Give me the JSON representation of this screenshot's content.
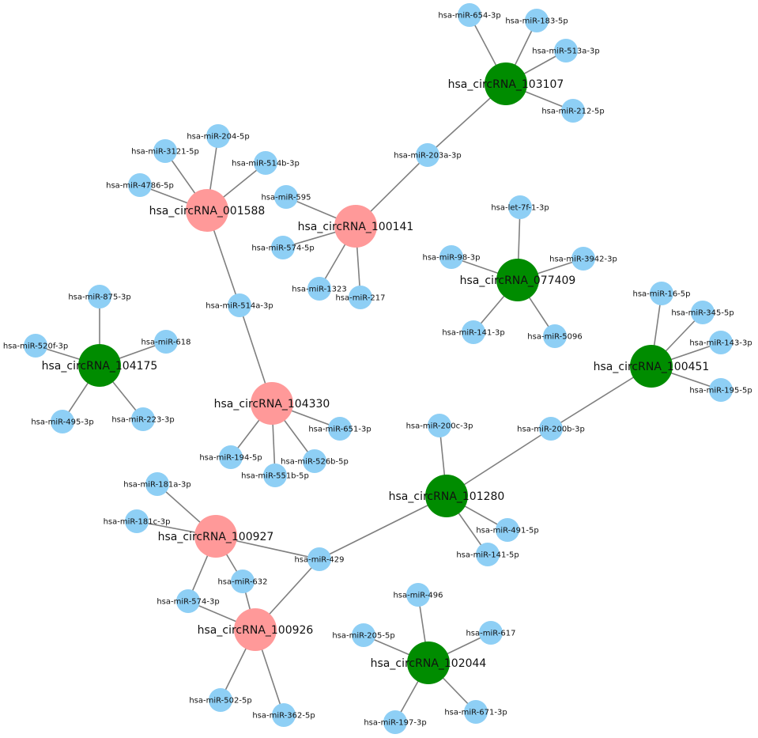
{
  "colors": {
    "circ_up": "#ff9999",
    "circ_down": "#008c00",
    "mirna": "#8ecff5",
    "edge": "#7f7f7f"
  },
  "circRNAs": [
    {
      "id": "c001588",
      "label": "hsa_circRNA_001588",
      "group": "up"
    },
    {
      "id": "c100141",
      "label": "hsa_circRNA_100141",
      "group": "up"
    },
    {
      "id": "c103107",
      "label": "hsa_circRNA_103107",
      "group": "down"
    },
    {
      "id": "c077409",
      "label": "hsa_circRNA_077409",
      "group": "down"
    },
    {
      "id": "c104175",
      "label": "hsa_circRNA_104175",
      "group": "down"
    },
    {
      "id": "c104330",
      "label": "hsa_circRNA_104330",
      "group": "up"
    },
    {
      "id": "c100451",
      "label": "hsa_circRNA_100451",
      "group": "down"
    },
    {
      "id": "c101280",
      "label": "hsa_circRNA_101280",
      "group": "down"
    },
    {
      "id": "c100927",
      "label": "hsa_circRNA_100927",
      "group": "up"
    },
    {
      "id": "c100926",
      "label": "hsa_circRNA_100926",
      "group": "up"
    },
    {
      "id": "c102044",
      "label": "hsa_circRNA_102044",
      "group": "down"
    }
  ],
  "miRNAs": [
    {
      "id": "m654",
      "label": "hsa-miR-654-3p"
    },
    {
      "id": "m183",
      "label": "hsa-miR-183-5p"
    },
    {
      "id": "m513a",
      "label": "hsa-miR-513a-3p"
    },
    {
      "id": "m212",
      "label": "hsa-miR-212-5p"
    },
    {
      "id": "m203a",
      "label": "hsa-miR-203a-3p"
    },
    {
      "id": "m204",
      "label": "hsa-miR-204-5p"
    },
    {
      "id": "m3121",
      "label": "hsa-miR-3121-5p"
    },
    {
      "id": "m514b",
      "label": "hsa-miR-514b-3p"
    },
    {
      "id": "m4786",
      "label": "hsa-miR-4786-5p"
    },
    {
      "id": "m595",
      "label": "hsa-miR-595"
    },
    {
      "id": "m574_5p",
      "label": "hsa-miR-574-5p"
    },
    {
      "id": "m1323",
      "label": "hsa-miR-1323"
    },
    {
      "id": "m217",
      "label": "hsa-miR-217"
    },
    {
      "id": "mlet7f",
      "label": "hsa-let-7f-1-3p"
    },
    {
      "id": "m98",
      "label": "hsa-miR-98-3p"
    },
    {
      "id": "m3942",
      "label": "hsa-miR-3942-3p"
    },
    {
      "id": "m141_3p",
      "label": "hsa-miR-141-3p"
    },
    {
      "id": "m5096",
      "label": "hsa-miR-5096"
    },
    {
      "id": "m514a",
      "label": "hsa-miR-514a-3p"
    },
    {
      "id": "m875",
      "label": "hsa-miR-875-3p"
    },
    {
      "id": "m520f",
      "label": "hsa-miR-520f-3p"
    },
    {
      "id": "m618",
      "label": "hsa-miR-618"
    },
    {
      "id": "m495",
      "label": "hsa-miR-495-3p"
    },
    {
      "id": "m223",
      "label": "hsa-miR-223-3p"
    },
    {
      "id": "m16",
      "label": "hsa-miR-16-5p"
    },
    {
      "id": "m345",
      "label": "hsa-miR-345-5p"
    },
    {
      "id": "m143",
      "label": "hsa-miR-143-3p"
    },
    {
      "id": "m195",
      "label": "hsa-miR-195-5p"
    },
    {
      "id": "m651",
      "label": "hsa-miR-651-3p"
    },
    {
      "id": "m194",
      "label": "hsa-miR-194-5p"
    },
    {
      "id": "m526b",
      "label": "hsa-miR-526b-5p"
    },
    {
      "id": "m551b",
      "label": "hsa-miR-551b-5p"
    },
    {
      "id": "m200c",
      "label": "hsa-miR-200c-3p"
    },
    {
      "id": "m200b",
      "label": "hsa-miR-200b-3p"
    },
    {
      "id": "m181a",
      "label": "hsa-miR-181a-3p"
    },
    {
      "id": "m181c",
      "label": "hsa-miR-181c-3p"
    },
    {
      "id": "m429",
      "label": "hsa-miR-429"
    },
    {
      "id": "m632",
      "label": "hsa-miR-632"
    },
    {
      "id": "m574_3p",
      "label": "hsa-miR-574-3p"
    },
    {
      "id": "m491",
      "label": "hsa-miR-491-5p"
    },
    {
      "id": "m141_5p",
      "label": "hsa-miR-141-5p"
    },
    {
      "id": "m496",
      "label": "hsa-miR-496"
    },
    {
      "id": "m205",
      "label": "hsa-miR-205-5p"
    },
    {
      "id": "m617",
      "label": "hsa-miR-617"
    },
    {
      "id": "m502",
      "label": "hsa-miR-502-5p"
    },
    {
      "id": "m362",
      "label": "hsa-miR-362-5p"
    },
    {
      "id": "m197",
      "label": "hsa-miR-197-3p"
    },
    {
      "id": "m671",
      "label": "hsa-miR-671-3p"
    }
  ],
  "edges": [
    [
      "c103107",
      "m654"
    ],
    [
      "c103107",
      "m183"
    ],
    [
      "c103107",
      "m513a"
    ],
    [
      "c103107",
      "m212"
    ],
    [
      "c103107",
      "m203a"
    ],
    [
      "c100141",
      "m203a"
    ],
    [
      "c100141",
      "m595"
    ],
    [
      "c100141",
      "m574_5p"
    ],
    [
      "c100141",
      "m1323"
    ],
    [
      "c100141",
      "m217"
    ],
    [
      "c001588",
      "m204"
    ],
    [
      "c001588",
      "m3121"
    ],
    [
      "c001588",
      "m514b"
    ],
    [
      "c001588",
      "m4786"
    ],
    [
      "c001588",
      "m514a"
    ],
    [
      "c104330",
      "m514a"
    ],
    [
      "c104330",
      "m651"
    ],
    [
      "c104330",
      "m194"
    ],
    [
      "c104330",
      "m526b"
    ],
    [
      "c104330",
      "m551b"
    ],
    [
      "c077409",
      "mlet7f"
    ],
    [
      "c077409",
      "m98"
    ],
    [
      "c077409",
      "m3942"
    ],
    [
      "c077409",
      "m141_3p"
    ],
    [
      "c077409",
      "m5096"
    ],
    [
      "c104175",
      "m875"
    ],
    [
      "c104175",
      "m520f"
    ],
    [
      "c104175",
      "m618"
    ],
    [
      "c104175",
      "m495"
    ],
    [
      "c104175",
      "m223"
    ],
    [
      "c100451",
      "m16"
    ],
    [
      "c100451",
      "m345"
    ],
    [
      "c100451",
      "m143"
    ],
    [
      "c100451",
      "m195"
    ],
    [
      "c100451",
      "m200b"
    ],
    [
      "c101280",
      "m200b"
    ],
    [
      "c101280",
      "m200c"
    ],
    [
      "c101280",
      "m491"
    ],
    [
      "c101280",
      "m141_5p"
    ],
    [
      "c101280",
      "m429"
    ],
    [
      "c100927",
      "m181a"
    ],
    [
      "c100927",
      "m181c"
    ],
    [
      "c100927",
      "m429"
    ],
    [
      "c100927",
      "m632"
    ],
    [
      "c100927",
      "m574_3p"
    ],
    [
      "c100926",
      "m429"
    ],
    [
      "c100926",
      "m632"
    ],
    [
      "c100926",
      "m574_3p"
    ],
    [
      "c100926",
      "m502"
    ],
    [
      "c100926",
      "m362"
    ],
    [
      "c102044",
      "m496"
    ],
    [
      "c102044",
      "m205"
    ],
    [
      "c102044",
      "m617"
    ],
    [
      "c102044",
      "m197"
    ],
    [
      "c102044",
      "m671"
    ]
  ]
}
